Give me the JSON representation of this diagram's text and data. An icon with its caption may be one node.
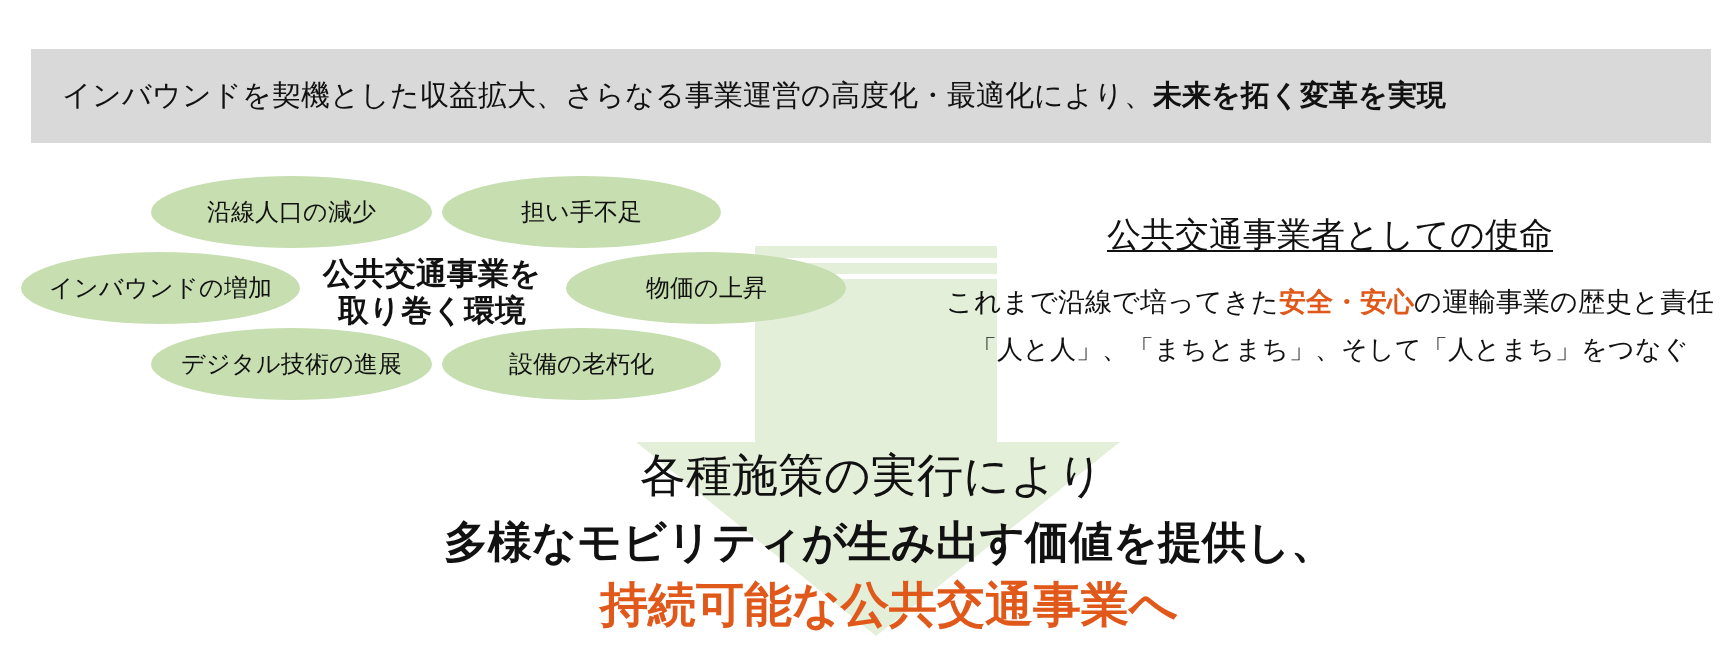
{
  "diagram": {
    "nodes": [
      {
        "text": [
          "インバウンドを契機とした収益拡大、さらなる事業運営の高度化・最適化により、**未来を拓く変革を実現**"
        ]
      },
      {
        "text": [
          "沿線人口の減少"
        ]
      },
      {
        "text": [
          "担い手不足"
        ]
      },
      {
        "text": [
          "インバウンドの増加"
        ]
      },
      {
        "text": [
          "物価の上昇"
        ]
      },
      {
        "text": [
          "デジタル技術の進展"
        ]
      },
      {
        "text": [
          "設備の老朽化"
        ]
      }
    ],
    "labels": [
      "公共交通事業を取り巻く環境",
      "公共交通事業者としての使命",
      "これまで沿線で培ってきた**安全・安心**の運輸事業の歴史と責任",
      "「人と人」、「まちとまち」、そして「人とまち」をつなぐ",
      "各種施策の実行により",
      "多様なモビリティが生み出す価値を提供し、",
      "持続可能な公共交通事業へ"
    ]
  }
}
